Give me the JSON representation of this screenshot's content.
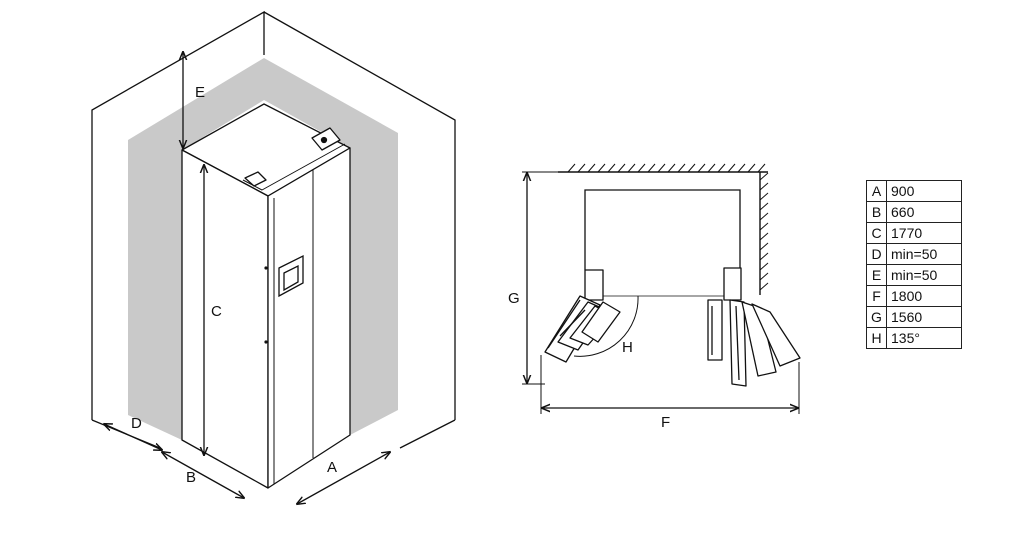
{
  "left_figure": {
    "labels": {
      "A": "A",
      "B": "B",
      "C": "C",
      "D": "D",
      "E": "E"
    }
  },
  "right_figure": {
    "labels": {
      "F": "F",
      "G": "G",
      "H": "H"
    }
  },
  "dimension_table": {
    "rows": [
      {
        "key": "A",
        "value": "900"
      },
      {
        "key": "B",
        "value": "660"
      },
      {
        "key": "C",
        "value": "1770"
      },
      {
        "key": "D",
        "value": "min=50"
      },
      {
        "key": "E",
        "value": "min=50"
      },
      {
        "key": "F",
        "value": "1800"
      },
      {
        "key": "G",
        "value": "1560"
      },
      {
        "key": "H",
        "value": "135°"
      }
    ]
  }
}
